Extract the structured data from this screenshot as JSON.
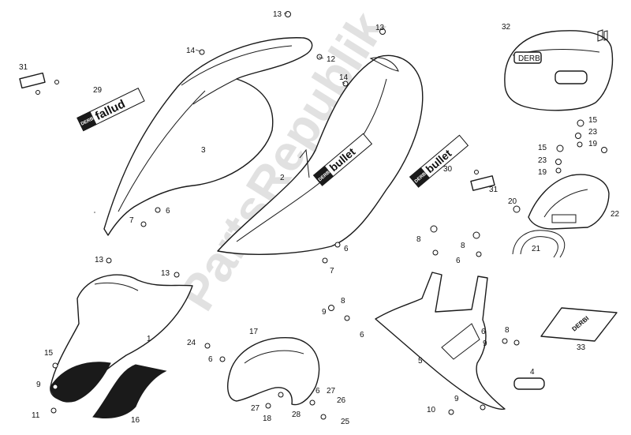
{
  "watermark": "PartsRepublik",
  "decals": {
    "left": {
      "brand": "DERBI",
      "model": "fallud"
    },
    "right_body": {
      "brand": "DERBI",
      "model": "bullet"
    },
    "right_loose": {
      "brand": "DERBI",
      "model": "bullet"
    },
    "mat": {
      "brand": "DERBI"
    },
    "case_badge": "DERBI"
  },
  "callouts": [
    {
      "id": "c13a",
      "text": "13"
    },
    {
      "id": "c13b",
      "text": "13"
    },
    {
      "id": "c14a",
      "text": "14"
    },
    {
      "id": "c12",
      "text": "12"
    },
    {
      "id": "c14b",
      "text": "14"
    },
    {
      "id": "c31a",
      "text": "31"
    },
    {
      "id": "c29",
      "text": "29"
    },
    {
      "id": "c3",
      "text": "3"
    },
    {
      "id": "c2",
      "text": "2"
    },
    {
      "id": "c6a",
      "text": "6"
    },
    {
      "id": "c7a",
      "text": "7"
    },
    {
      "id": "c32",
      "text": "32"
    },
    {
      "id": "c15a",
      "text": "15"
    },
    {
      "id": "c23a",
      "text": "23"
    },
    {
      "id": "c19a",
      "text": "19"
    },
    {
      "id": "c15b",
      "text": "15"
    },
    {
      "id": "c23b",
      "text": "23"
    },
    {
      "id": "c19b",
      "text": "19"
    },
    {
      "id": "c30",
      "text": "30"
    },
    {
      "id": "c31b",
      "text": "31"
    },
    {
      "id": "c20",
      "text": "20"
    },
    {
      "id": "c22",
      "text": "22"
    },
    {
      "id": "c21",
      "text": "21"
    },
    {
      "id": "c8a",
      "text": "8"
    },
    {
      "id": "c8b",
      "text": "8"
    },
    {
      "id": "c6b",
      "text": "6"
    },
    {
      "id": "c6c",
      "text": "6"
    },
    {
      "id": "c7b",
      "text": "7"
    },
    {
      "id": "c13c",
      "text": "13"
    },
    {
      "id": "c13d",
      "text": "13"
    },
    {
      "id": "c1",
      "text": "1"
    },
    {
      "id": "c8c",
      "text": "8"
    },
    {
      "id": "c9a",
      "text": "9"
    },
    {
      "id": "c6d",
      "text": "6"
    },
    {
      "id": "c17",
      "text": "17"
    },
    {
      "id": "c24",
      "text": "24"
    },
    {
      "id": "c6e",
      "text": "6"
    },
    {
      "id": "c5",
      "text": "5"
    },
    {
      "id": "c6f",
      "text": "6"
    },
    {
      "id": "c9b",
      "text": "9"
    },
    {
      "id": "c8d",
      "text": "8"
    },
    {
      "id": "c33",
      "text": "33"
    },
    {
      "id": "c4",
      "text": "4"
    },
    {
      "id": "c15c",
      "text": "15"
    },
    {
      "id": "c9c",
      "text": "9"
    },
    {
      "id": "c11",
      "text": "11"
    },
    {
      "id": "c16",
      "text": "16"
    },
    {
      "id": "c6g",
      "text": "6"
    },
    {
      "id": "c27a",
      "text": "27"
    },
    {
      "id": "c26",
      "text": "26"
    },
    {
      "id": "c27b",
      "text": "27"
    },
    {
      "id": "c28",
      "text": "28"
    },
    {
      "id": "c18",
      "text": "18"
    },
    {
      "id": "c25",
      "text": "25"
    },
    {
      "id": "c9d",
      "text": "9"
    },
    {
      "id": "c10",
      "text": "10"
    }
  ]
}
